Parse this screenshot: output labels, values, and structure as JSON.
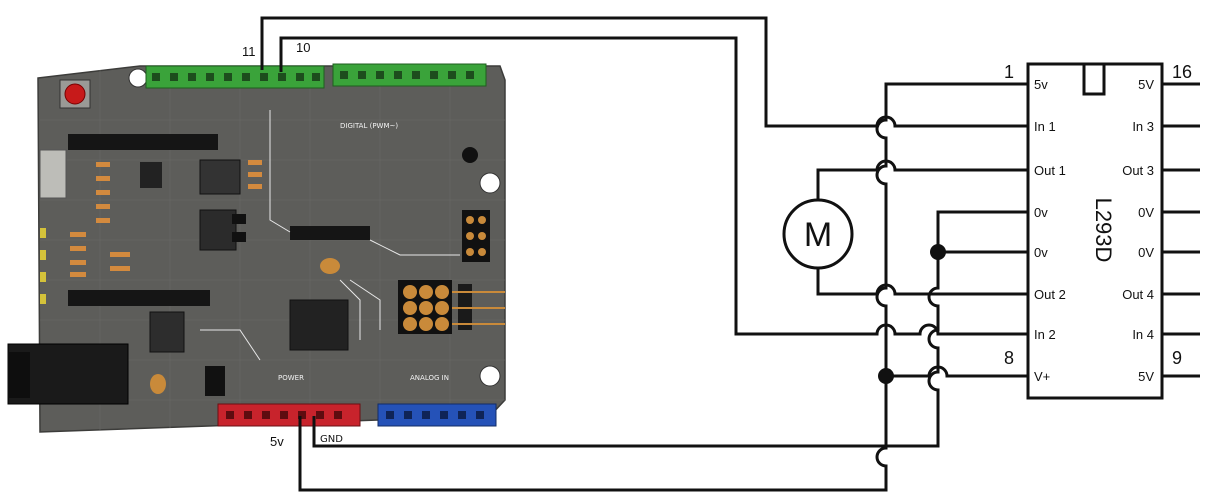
{
  "arduino": {
    "pin_labels": [
      "11",
      "10"
    ],
    "power_labels": [
      "5v",
      "GND"
    ],
    "silk": {
      "digital": "DIGITAL (PWM~)",
      "power": "POWER",
      "analog": "ANALOG IN"
    }
  },
  "chip": {
    "name": "L293D",
    "left_pins": [
      {
        "number": "1",
        "label": "5v"
      },
      {
        "number": "",
        "label": "In 1"
      },
      {
        "number": "",
        "label": "Out 1"
      },
      {
        "number": "",
        "label": "0v"
      },
      {
        "number": "",
        "label": "0v"
      },
      {
        "number": "",
        "label": "Out 2"
      },
      {
        "number": "",
        "label": "In 2"
      },
      {
        "number": "8",
        "label": "V+"
      }
    ],
    "right_pins": [
      {
        "number": "16",
        "label": "5V"
      },
      {
        "number": "",
        "label": "In 3"
      },
      {
        "number": "",
        "label": "Out 3"
      },
      {
        "number": "",
        "label": "0V"
      },
      {
        "number": "",
        "label": "0V"
      },
      {
        "number": "",
        "label": "Out 4"
      },
      {
        "number": "",
        "label": "In 4"
      },
      {
        "number": "9",
        "label": "5V"
      }
    ]
  },
  "motor": {
    "label": "M"
  },
  "colors": {
    "pcb": "#5b5b58",
    "header_green": "#3aa33a",
    "power_header_red": "#c8232c",
    "analog_header_blue": "#2552b8",
    "wire": "#111111"
  }
}
